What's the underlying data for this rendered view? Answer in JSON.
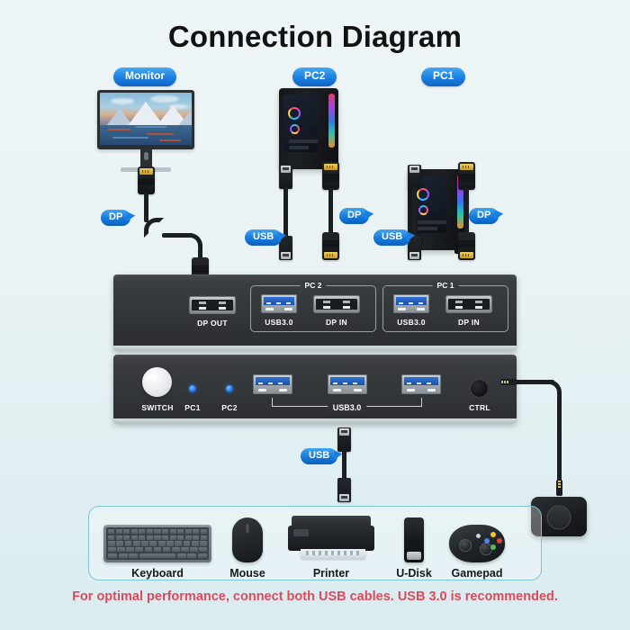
{
  "page": {
    "title": "Connection Diagram",
    "footer_note": "For optimal performance, connect both USB cables. USB 3.0 is recommended.",
    "background_color": "#e9f2f4",
    "accent_badge_color": "#1a7fe0",
    "footer_color": "#e0495a"
  },
  "devices": {
    "monitor_badge": "Monitor",
    "pc2_badge": "PC2",
    "pc1_badge": "PC1"
  },
  "cable_labels": {
    "monitor_dp": "DP",
    "pc2_usb": "USB",
    "pc2_dp": "DP",
    "pc1_usb": "USB",
    "pc1_dp": "DP",
    "peripheral_usb": "USB"
  },
  "kvm_rear_panel": {
    "dp_out_label": "DP OUT",
    "groups": [
      {
        "name": "PC 2",
        "ports": [
          {
            "label": "USB3.0",
            "type": "usb"
          },
          {
            "label": "DP IN",
            "type": "dp"
          }
        ]
      },
      {
        "name": "PC 1",
        "ports": [
          {
            "label": "USB3.0",
            "type": "usb"
          },
          {
            "label": "DP IN",
            "type": "dp"
          }
        ]
      }
    ]
  },
  "kvm_front_panel": {
    "switch_label": "SWITCH",
    "led_pc1_label": "PC1",
    "led_pc2_label": "PC2",
    "usb_bracket_label": "USB3.0",
    "usb_port_count": 3,
    "ctrl_label": "CTRL"
  },
  "peripherals": [
    {
      "name": "Keyboard"
    },
    {
      "name": "Mouse"
    },
    {
      "name": "Printer"
    },
    {
      "name": "U-Disk"
    },
    {
      "name": "Gamepad"
    }
  ]
}
